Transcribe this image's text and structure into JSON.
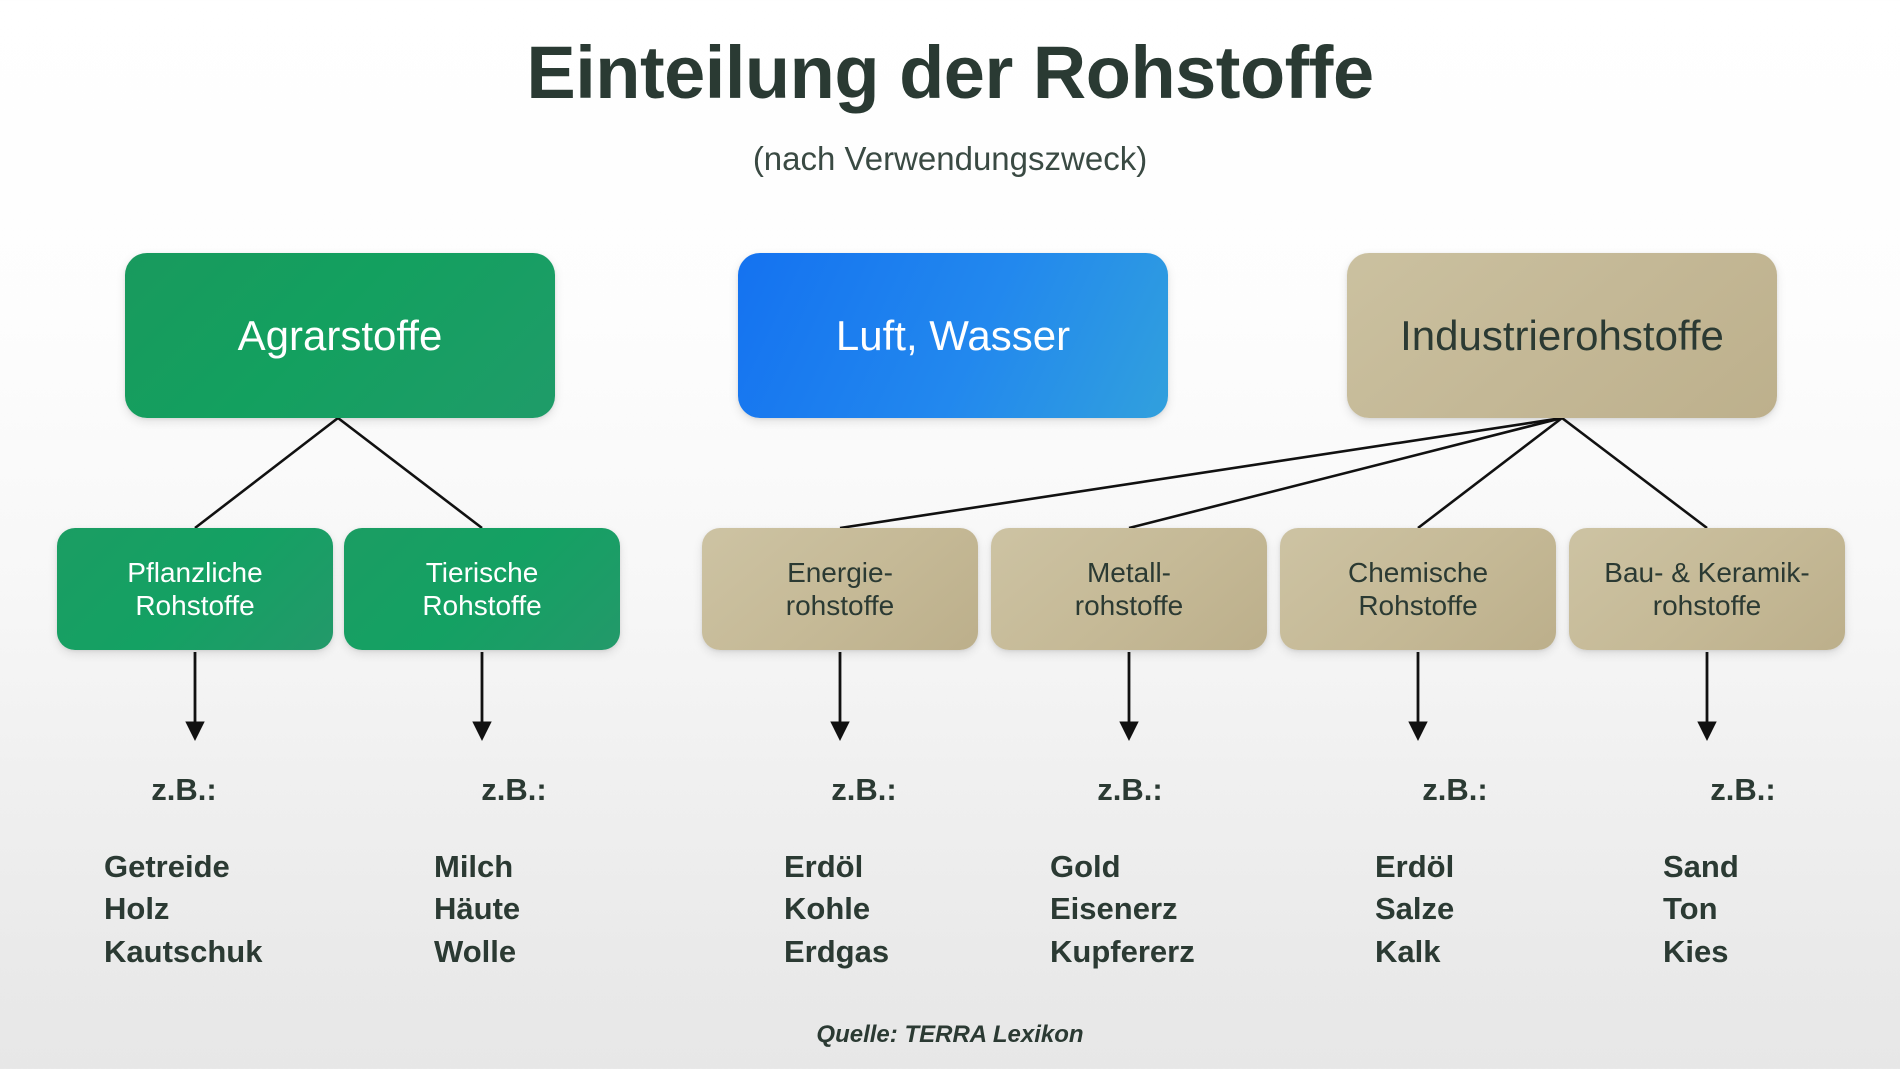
{
  "header": {
    "title": "Einteilung der Rohstoffe",
    "subtitle": "(nach Verwendungszweck)"
  },
  "footer": {
    "source": "Quelle: TERRA Lexikon"
  },
  "colors": {
    "green": "#13a05f",
    "blue": "#2288ee",
    "tan": "#c4b896",
    "text_dark": "#2b3a33",
    "text_light": "#ffffff",
    "connector": "#111111"
  },
  "top_nodes": [
    {
      "id": "agrarstoffe",
      "label": "Agrarstoffe",
      "color": "green"
    },
    {
      "id": "luft-wasser",
      "label": "Luft, Wasser",
      "color": "blue"
    },
    {
      "id": "industrierohstoffe",
      "label": "Industrierohstoffe",
      "color": "tan"
    }
  ],
  "sub_nodes": [
    {
      "id": "pflanzliche-rohstoffe",
      "parent": "agrarstoffe",
      "line1": "Pflanzliche",
      "line2": "Rohstoffe",
      "color": "green"
    },
    {
      "id": "tierische-rohstoffe",
      "parent": "agrarstoffe",
      "line1": "Tierische",
      "line2": "Rohstoffe",
      "color": "green"
    },
    {
      "id": "energierohstoffe",
      "parent": "industrierohstoffe",
      "line1": "Energie-",
      "line2": "rohstoffe",
      "color": "tan"
    },
    {
      "id": "metallrohstoffe",
      "parent": "industrierohstoffe",
      "line1": "Metall-",
      "line2": "rohstoffe",
      "color": "tan"
    },
    {
      "id": "chemische-rohstoffe",
      "parent": "industrierohstoffe",
      "line1": "Chemische",
      "line2": "Rohstoffe",
      "color": "tan"
    },
    {
      "id": "bau-keramik-rohstoffe",
      "parent": "industrierohstoffe",
      "line1": "Bau- & Keramik-",
      "line2": "rohstoffe",
      "color": "tan"
    }
  ],
  "examples": [
    {
      "id": "pflanzliche-rohstoffe",
      "label": "z.B.:",
      "items": [
        "Getreide",
        "Holz",
        "Kautschuk"
      ],
      "item0": "Getreide",
      "item1": "Holz",
      "item2": "Kautschuk"
    },
    {
      "id": "tierische-rohstoffe",
      "label": "z.B.:",
      "items": [
        "Milch",
        "Häute",
        "Wolle"
      ],
      "item0": "Milch",
      "item1": "Häute",
      "item2": "Wolle"
    },
    {
      "id": "energierohstoffe",
      "label": "z.B.:",
      "items": [
        "Erdöl",
        "Kohle",
        "Erdgas"
      ],
      "item0": "Erdöl",
      "item1": "Kohle",
      "item2": "Erdgas"
    },
    {
      "id": "metallrohstoffe",
      "label": "z.B.:",
      "items": [
        "Gold",
        "Eisenerz",
        "Kupfererz"
      ],
      "item0": "Gold",
      "item1": "Eisenerz",
      "item2": "Kupfererz"
    },
    {
      "id": "chemische-rohstoffe",
      "label": "z.B.:",
      "items": [
        "Erdöl",
        "Salze",
        "Kalk"
      ],
      "item0": "Erdöl",
      "item1": "Salze",
      "item2": "Kalk"
    },
    {
      "id": "bau-keramik-rohstoffe",
      "label": "z.B.:",
      "items": [
        "Sand",
        "Ton",
        "Kies"
      ],
      "item0": "Sand",
      "item1": "Ton",
      "item2": "Kies"
    }
  ]
}
